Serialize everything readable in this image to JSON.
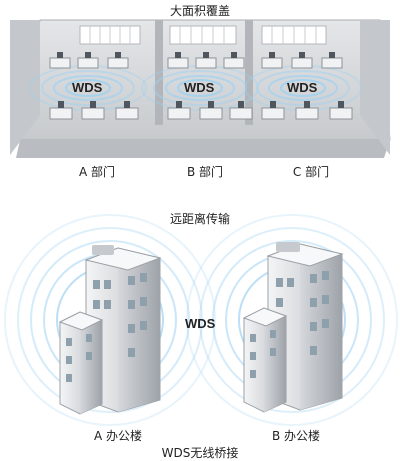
{
  "top": {
    "title": "大面积覆盖",
    "wds_label": "WDS",
    "departments": [
      "A 部门",
      "B 部门",
      "C 部门"
    ]
  },
  "bottom": {
    "title": "远距离传输",
    "wds_label": "WDS",
    "buildings": [
      "A 办公楼",
      "B 办公楼"
    ],
    "caption": "WDS无线桥接"
  },
  "colors": {
    "signal": "#9fd2f2",
    "wall": "#c9ccd0",
    "floor": "#d9dcdf",
    "building": "#e8eaec"
  }
}
